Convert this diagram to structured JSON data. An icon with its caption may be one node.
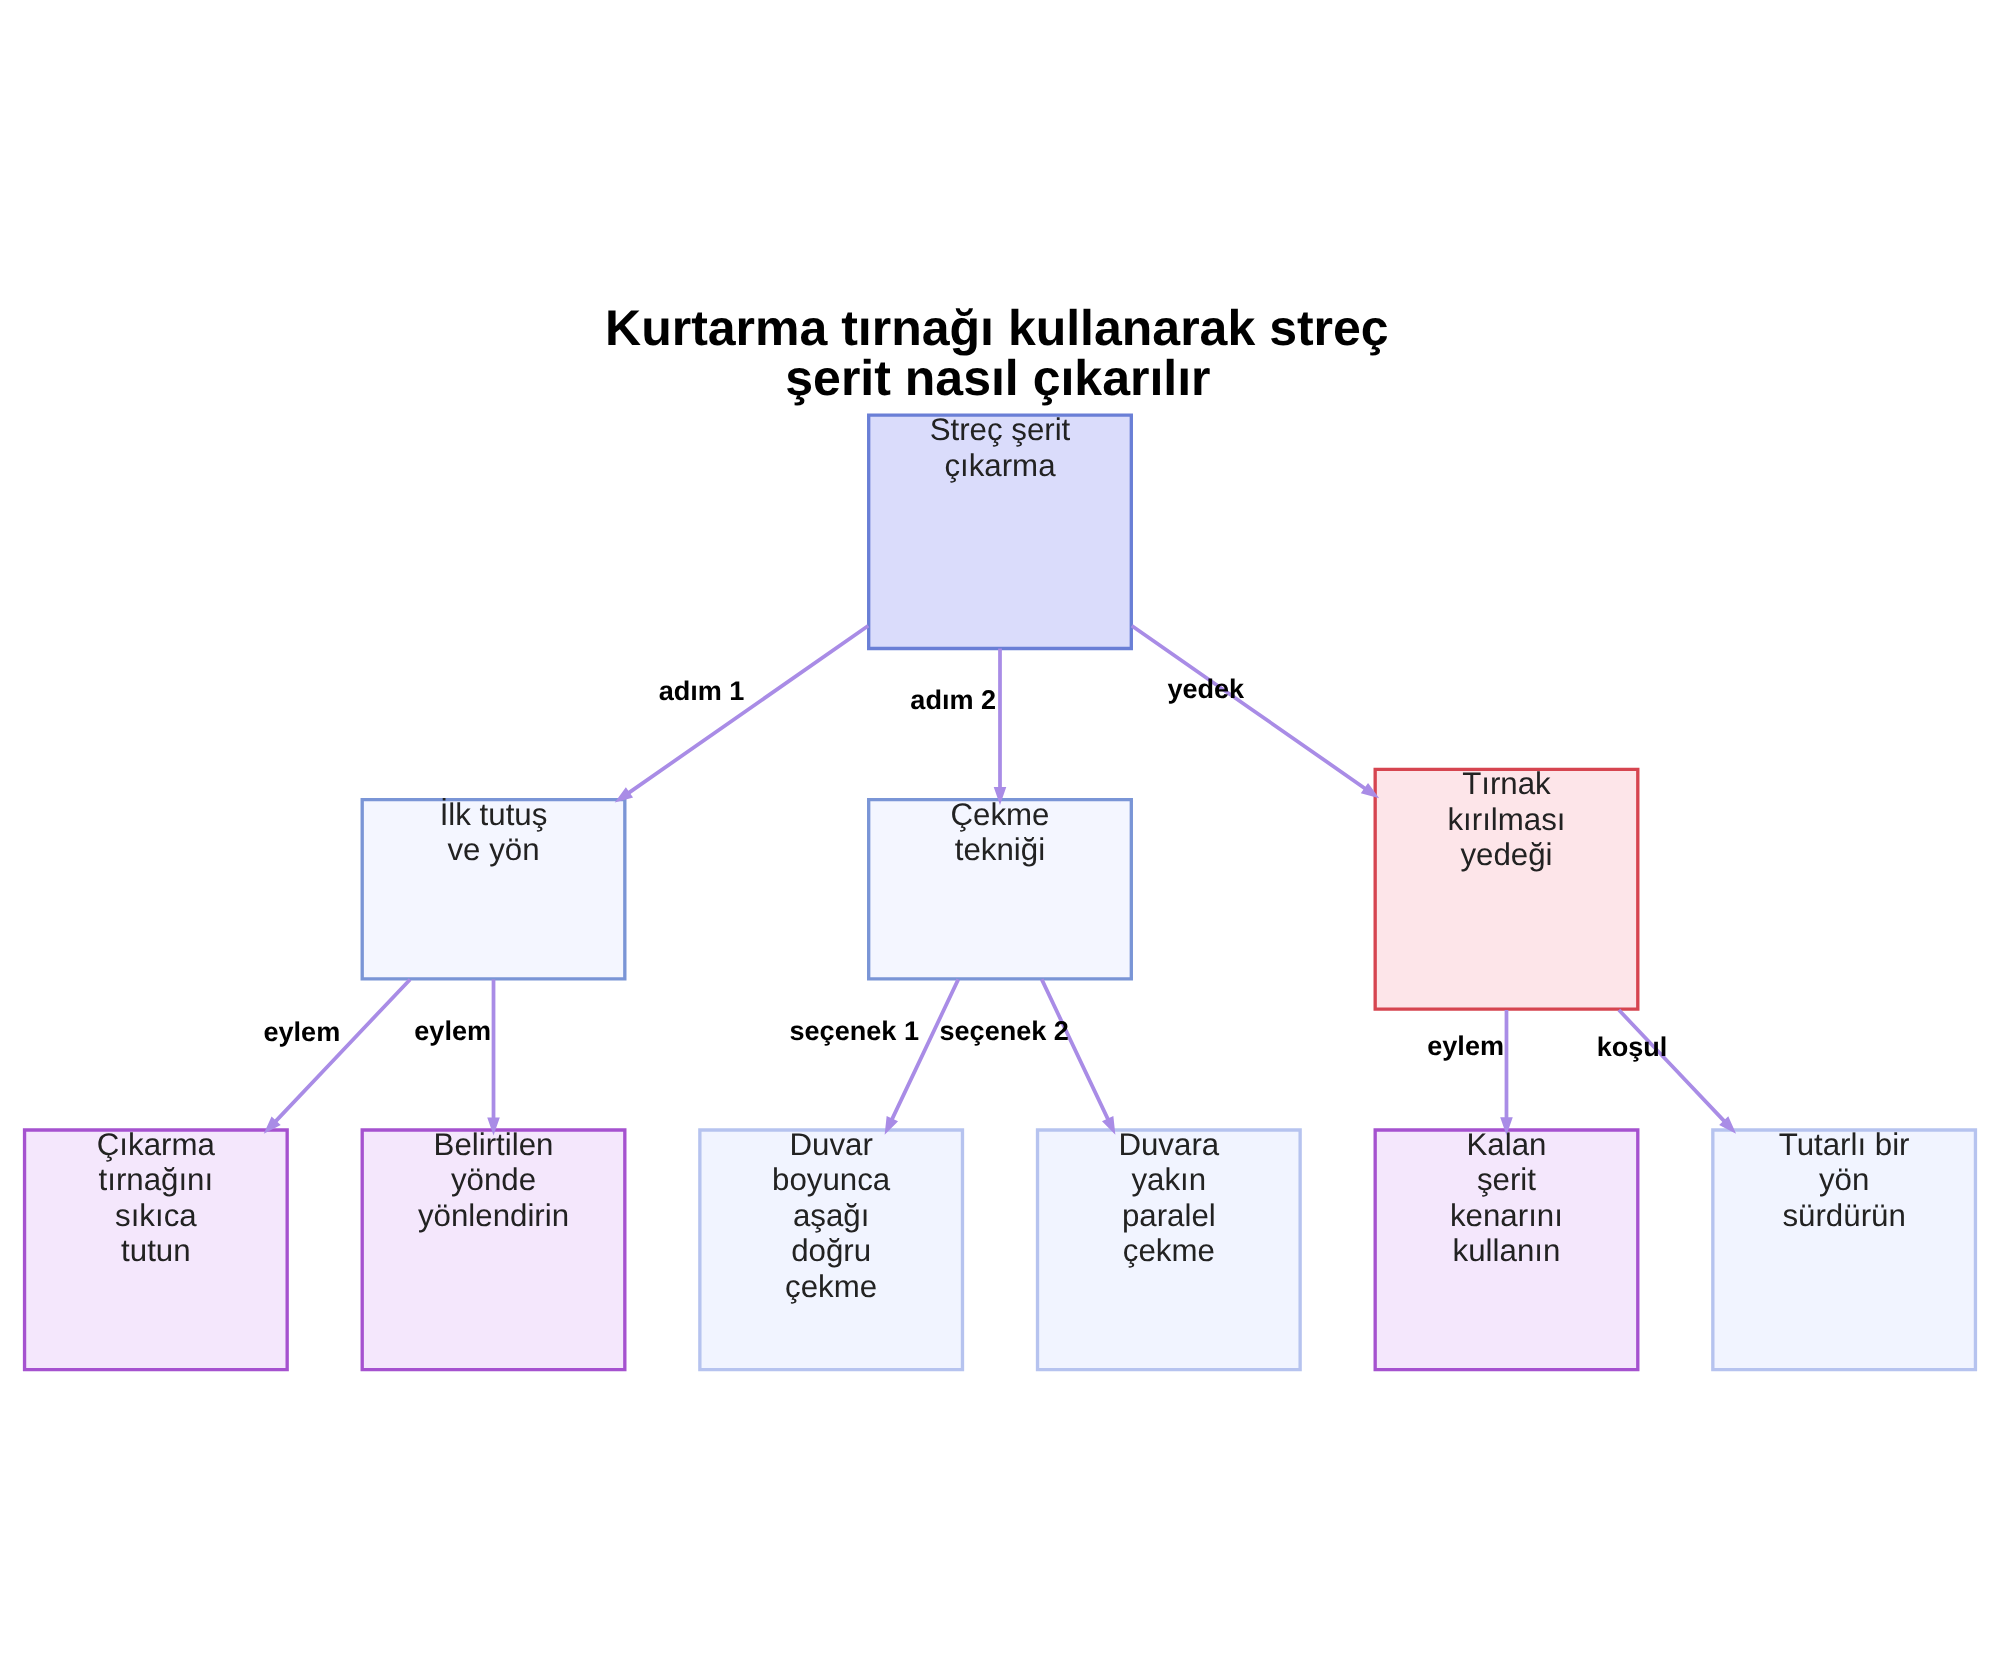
{
  "diagram": {
    "title": "Kurtarma tırnağı kullanarak streç şerit nasıl çıkarılır",
    "nodes": [
      {
        "text": [
          "Streç şerit çıkarma"
        ]
      },
      {
        "text": [
          "İlk tutuş ve yön"
        ]
      },
      {
        "text": [
          "Çekme tekniği"
        ]
      },
      {
        "text": [
          "Tırnak kırılması yedeği"
        ]
      },
      {
        "text": [
          "Çıkarma tırnağını sıkıca tutun"
        ]
      },
      {
        "text": [
          "Belirtilen yönde yönlendirin"
        ]
      },
      {
        "text": [
          "Duvar boyunca aşağı doğru çekme"
        ]
      },
      {
        "text": [
          "Duvara yakın paralel çekme"
        ]
      },
      {
        "text": [
          "Kalan şerit kenarını kullanın"
        ]
      },
      {
        "text": [
          "Tutarlı bir yön sürdürün"
        ]
      }
    ],
    "edges": [
      {
        "from": 0,
        "to": 1,
        "arrow": "to",
        "label": "adım 1"
      },
      {
        "from": 0,
        "to": 2,
        "arrow": "to",
        "label": "adım 2"
      },
      {
        "from": 0,
        "to": 3,
        "arrow": "to",
        "label": "yedek"
      },
      {
        "from": 1,
        "to": 4,
        "arrow": "to",
        "label": "eylem"
      },
      {
        "from": 1,
        "to": 5,
        "arrow": "to",
        "label": "eylem"
      },
      {
        "from": 2,
        "to": 6,
        "arrow": "to",
        "label": "seçenek 1"
      },
      {
        "from": 2,
        "to": 7,
        "arrow": "to",
        "label": "seçenek 2"
      },
      {
        "from": 3,
        "to": 8,
        "arrow": "to",
        "label": "eylem"
      },
      {
        "from": 3,
        "to": 9,
        "arrow": "to",
        "label": "koşul"
      }
    ]
  }
}
